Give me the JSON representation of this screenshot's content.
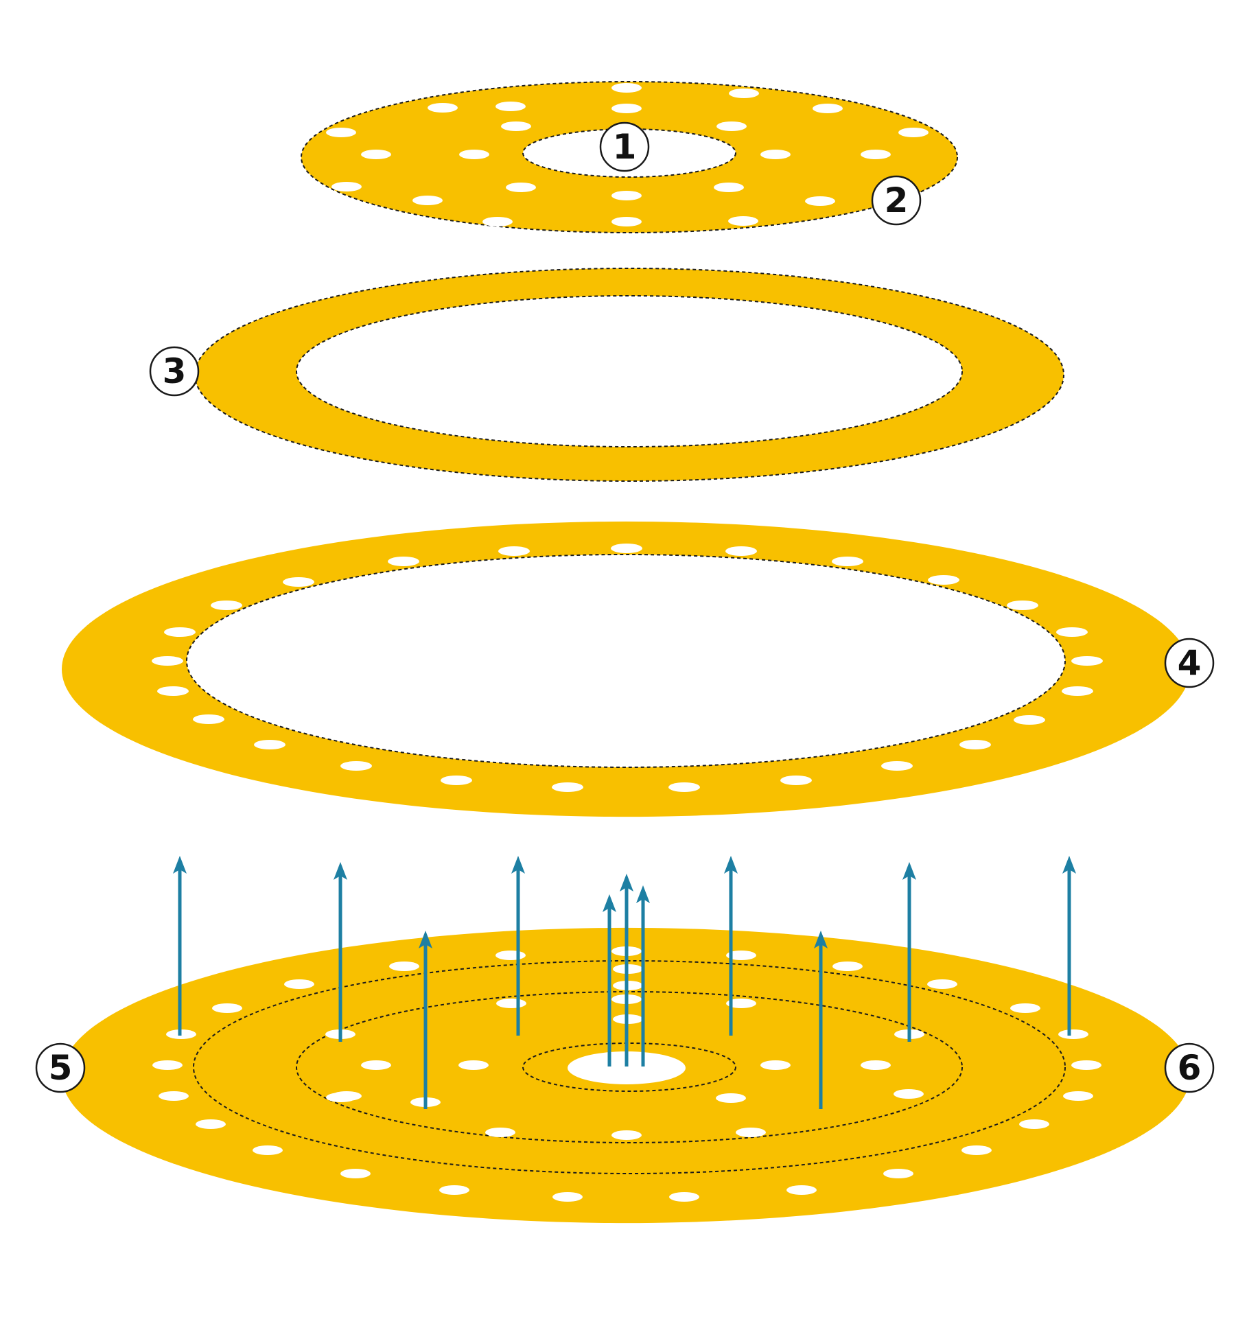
{
  "colors": {
    "disc": "#F8C000",
    "hole": "#ffffff",
    "arrow": "#1D7FA3",
    "arrow_glow": "#8FD3EE",
    "outline": "#1a1a1a"
  },
  "callouts": [
    "1",
    "2",
    "3",
    "4",
    "5",
    "6"
  ],
  "icons": {
    "arrow": "upward-arrow-icon"
  }
}
